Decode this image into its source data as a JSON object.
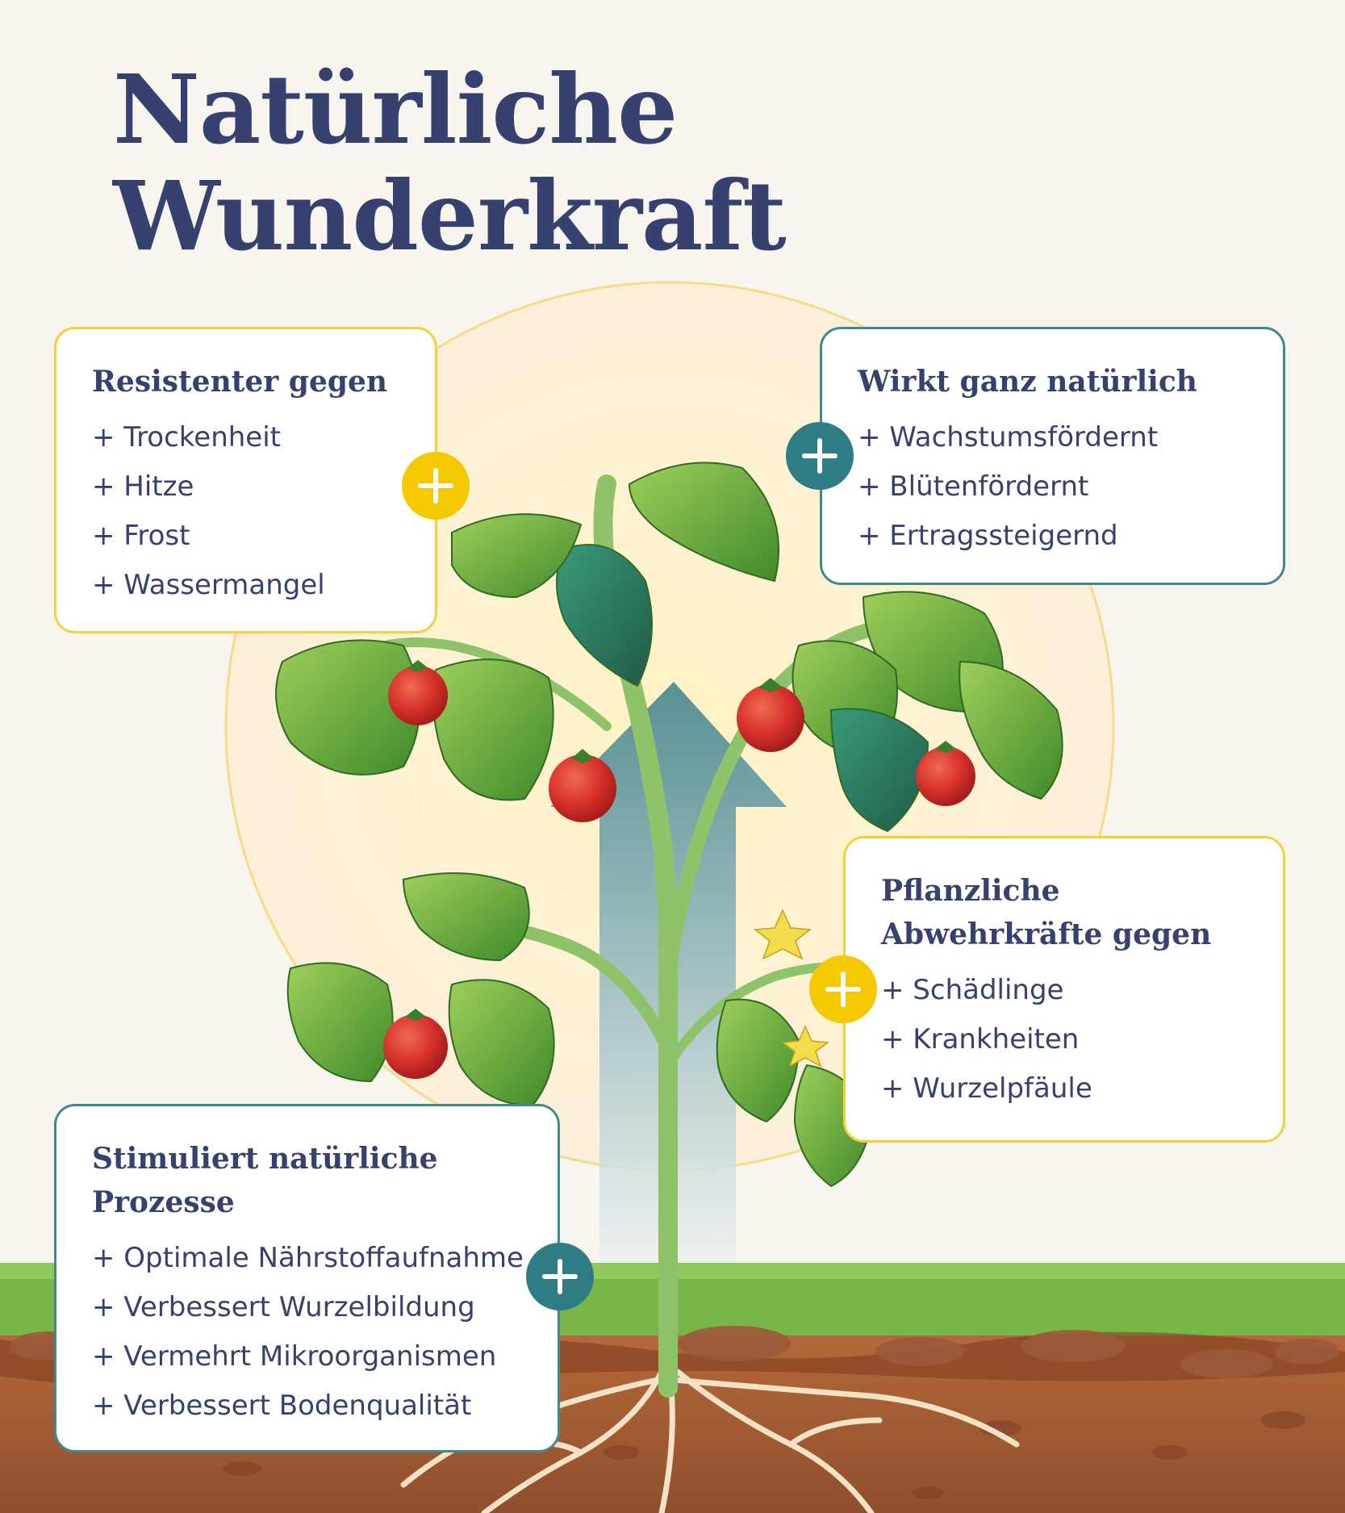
{
  "title": {
    "line1": "Natürliche",
    "line2": "Wunderkraft"
  },
  "cards": [
    {
      "heading": [
        "Resistenter gegen"
      ],
      "items": [
        "+ Trockenheit",
        "+ Hitze",
        "+ Frost",
        "+ Wassermangel"
      ],
      "accent": "yellow"
    },
    {
      "heading": [
        "Wirkt ganz natürlich"
      ],
      "items": [
        "+ Wachstumsfördernt",
        "+ Blütenfördernt",
        "+ Ertragssteigernd"
      ],
      "accent": "teal"
    },
    {
      "heading": [
        "Pflanzliche",
        "Abwehrkräfte gegen"
      ],
      "items": [
        "+ Schädlinge",
        "+ Krankheiten",
        "+ Wurzelpfäule"
      ],
      "accent": "yellow"
    },
    {
      "heading": [
        "Stimuliert natürliche",
        "Prozesse"
      ],
      "items": [
        "+ Optimale Nährstoffaufnahme",
        "+ Verbessert Wurzelbildung",
        "+ Vermehrt Mikroorganismen",
        "+ Verbessert Bodenqualität"
      ],
      "accent": "teal"
    }
  ],
  "colors": {
    "background": "#f8f4ee",
    "title": "#37416f",
    "accent_yellow": "#f6c800",
    "accent_teal": "#2f7d84",
    "grass": "#79b64a",
    "soil": "#a8643c",
    "tomato": "#d7312b",
    "leaf": "#5f9f2f"
  },
  "icons": [
    "plus-icon",
    "tomato-plant-illustration",
    "growth-arrow-icon",
    "sun-circle"
  ]
}
